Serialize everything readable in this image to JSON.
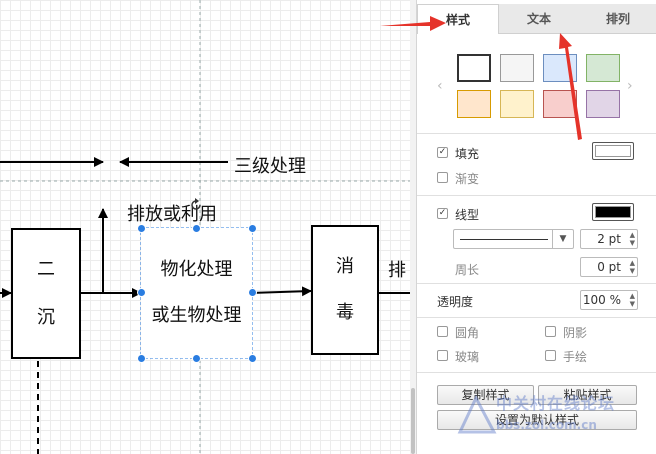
{
  "canvas": {
    "labels": {
      "stage3": "三级处理",
      "discharge": "排放或利用",
      "discharge_partial": "排"
    },
    "nodes": {
      "secondary_settling_line1": "二",
      "secondary_settling_line2": "沉",
      "phys_chem_line1": "物化处理",
      "phys_chem_line2": "或生物处理",
      "disinfection_line1": "消",
      "disinfection_line2": "毒"
    }
  },
  "panel": {
    "tabs": [
      {
        "label": "样式",
        "active": true
      },
      {
        "label": "文本",
        "active": false
      },
      {
        "label": "排列",
        "active": false
      }
    ],
    "swatches": [
      {
        "fill": "#ffffff",
        "border": "#333333",
        "selected": true
      },
      {
        "fill": "#f5f5f5",
        "border": "#999999"
      },
      {
        "fill": "#dae8fc",
        "border": "#6c8ebf"
      },
      {
        "fill": "#d5e8d4",
        "border": "#82b366"
      },
      {
        "fill": "#ffe6cc",
        "border": "#d79b00"
      },
      {
        "fill": "#fff2cc",
        "border": "#d6b656"
      },
      {
        "fill": "#f8cecc",
        "border": "#b85450"
      },
      {
        "fill": "#e1d5e7",
        "border": "#9673a6"
      }
    ],
    "nav": {
      "prev": "‹",
      "next": "›"
    },
    "fill": {
      "label": "填充",
      "checked": true,
      "color": "#ffffff"
    },
    "gradient": {
      "label": "渐变",
      "checked": false
    },
    "line": {
      "label": "线型",
      "checked": true,
      "color": "#000000",
      "width": "2 pt"
    },
    "perimeter": {
      "label": "周长",
      "value": "0 pt"
    },
    "opacity": {
      "label": "透明度",
      "value": "100 %"
    },
    "options": {
      "rounded": "圆角",
      "shadow": "阴影",
      "glass": "玻璃",
      "sketch": "手绘"
    },
    "buttons": {
      "copy_style": "复制样式",
      "paste_style": "粘贴样式",
      "set_default": "设置为默认样式"
    }
  },
  "watermark": {
    "text": "中关村在线论坛",
    "url": "bbs.zol.com.cn"
  },
  "accent": {
    "selection": "#2a7de1",
    "annotation_arrow": "#e5332a"
  }
}
